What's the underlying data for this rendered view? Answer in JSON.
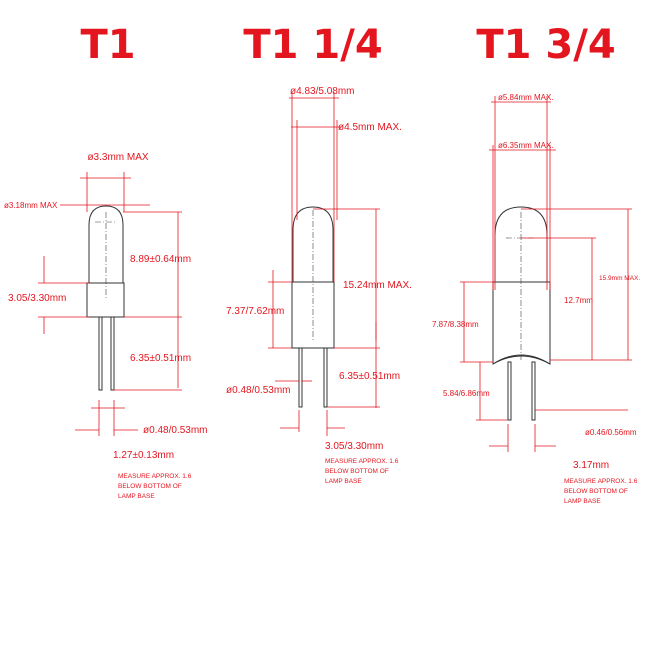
{
  "colors": {
    "accent": "#e3161f",
    "outline": "#333333"
  },
  "t1": {
    "title": "T1",
    "bulb_dia": "ø3.3mm MAX",
    "base_dia": "ø3.18mm MAX",
    "glass_height": "8.89±0.64mm",
    "base_height": "3.05/3.30mm",
    "lead_length": "6.35±0.51mm",
    "lead_dia": "ø0.48/0.53mm",
    "lead_spacing": "1.27±0.13mm",
    "note": [
      "MEASURE APPROX. 1.6",
      "BELOW BOTTOM OF",
      "LAMP BASE"
    ]
  },
  "t1_1_4": {
    "title": "T1 1/4",
    "base_dia": "ø4.83/5.08mm",
    "bulb_dia": "ø4.5mm MAX.",
    "overall_height": "15.24mm MAX.",
    "base_height": "7.37/7.62mm",
    "lead_length": "6.35±0.51mm",
    "lead_dia": "ø0.48/0.53mm",
    "lead_spacing": "3.05/3.30mm",
    "note": [
      "MEASURE APPROX. 1.6",
      "BELOW BOTTOM OF",
      "LAMP BASE"
    ]
  },
  "t1_3_4": {
    "title": "T1 3/4",
    "bulb_dia": "ø5.84mm MAX.",
    "base_dia": "ø6.35mm MAX.",
    "overall_height": "15.9mm MAX.",
    "body_height": "12.7mm",
    "base_height": "7.87/8.38mm",
    "lead_length": "5.84/6.86mm",
    "lead_dia": "ø0.46/0.56mm",
    "lead_spacing": "3.17mm",
    "note": [
      "MEASURE APPROX. 1.6",
      "BELOW BOTTOM OF",
      "LAMP BASE"
    ]
  }
}
